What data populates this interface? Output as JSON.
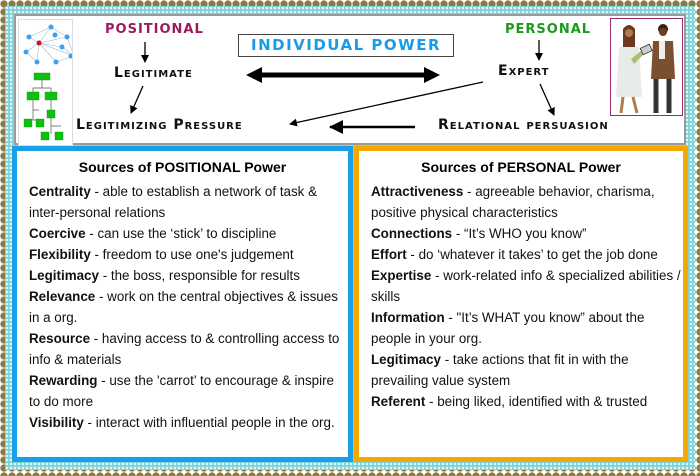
{
  "header": {
    "title": "INDIVIDUAL POWER",
    "positional_label": "POSITIONAL",
    "personal_label": "PERSONAL",
    "nodes": {
      "legitimate": "Legitimate",
      "legitimizing_pressure": "Legitimizing Pressure",
      "expert": "Expert",
      "relational_persuasion": "Relational persuasion"
    }
  },
  "colors": {
    "positional": "#9b1b5e",
    "personal": "#1a9a1a",
    "title": "#1a9be8",
    "left_border": "#1aa0e8",
    "right_border": "#f5a800"
  },
  "positional": {
    "heading": "Sources of POSITIONAL Power",
    "items": [
      {
        "term": "Centrality",
        "desc": " - able to establish a network of task & inter-personal relations"
      },
      {
        "term": "Coercive",
        "desc": " - can use the ‘stick’ to discipline"
      },
      {
        "term": "Flexibility",
        "desc": " - freedom to use one's judgement"
      },
      {
        "term": "Legitimacy",
        "desc": " - the boss, responsible for results"
      },
      {
        "term": "Relevance",
        "desc": " - work on the central objectives & issues in a org."
      },
      {
        "term": "Resource",
        "desc": " - having access to & controlling access to info & materials"
      },
      {
        "term": "Rewarding",
        "desc": " - use the 'carrot’ to encourage & inspire to do more"
      },
      {
        "term": "Visibility",
        "desc": " - interact with influential people in the org."
      }
    ]
  },
  "personal": {
    "heading": "Sources of PERSONAL Power",
    "items": [
      {
        "term": "Attractiveness",
        "desc": " - agreeable behavior, charisma, positive physical characteristics"
      },
      {
        "term": "Connections",
        "desc": " - “It’s WHO you know”"
      },
      {
        "term": "Effort",
        "desc": " - do ‘whatever it takes’ to get the job done"
      },
      {
        "term": "Expertise",
        "desc": " - work-related info & specialized abilities / skills"
      },
      {
        "term": "Information",
        "desc": " - \"It’s WHAT you know” about the people in your org."
      },
      {
        "term": "Legitimacy",
        "desc": " - take actions that fit in with the prevailing value system"
      },
      {
        "term": "Referent",
        "desc": " - being liked, identified with & trusted"
      }
    ]
  }
}
